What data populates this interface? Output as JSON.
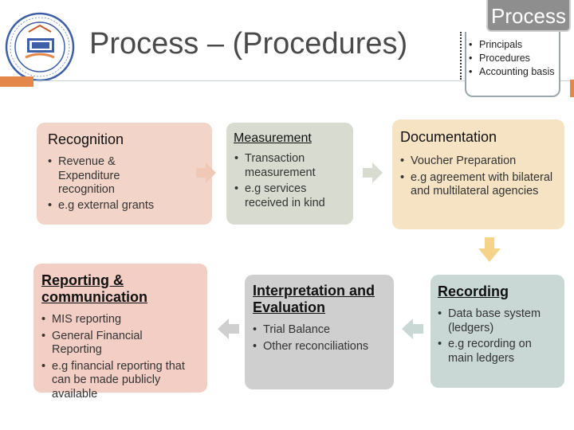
{
  "title": "Process – (Procedures)",
  "inset": {
    "header": "Process",
    "items": [
      "Principals",
      "Procedures",
      "Accounting basis"
    ]
  },
  "boxes": {
    "recognition": {
      "title": "Recognition",
      "items": [
        "Revenue & Expenditure recognition",
        "e.g external grants"
      ]
    },
    "measurement": {
      "title": "Measurement",
      "items": [
        "Transaction measurement",
        "e.g services received in kind"
      ]
    },
    "documentation": {
      "title": "Documentation",
      "items": [
        "Voucher Preparation",
        "e.g agreement with bilateral and multilateral agencies"
      ]
    },
    "reporting": {
      "title": "Reporting & communication",
      "items": [
        "MIS reporting",
        "General Financial Reporting",
        "e.g financial reporting that can be made publicly available"
      ]
    },
    "interpretation": {
      "title": "Interpretation and Evaluation",
      "items": [
        "Trial Balance",
        "Other reconciliations"
      ]
    },
    "recording": {
      "title": "Recording",
      "items": [
        "Data base system (ledgers)",
        "e.g recording on main ledgers"
      ]
    }
  },
  "colors": {
    "accent": "#e3874a",
    "arrow": "#f0c9b6",
    "arrow_down": "#f5d48a",
    "arrow_gray": "#c8c8c8"
  }
}
